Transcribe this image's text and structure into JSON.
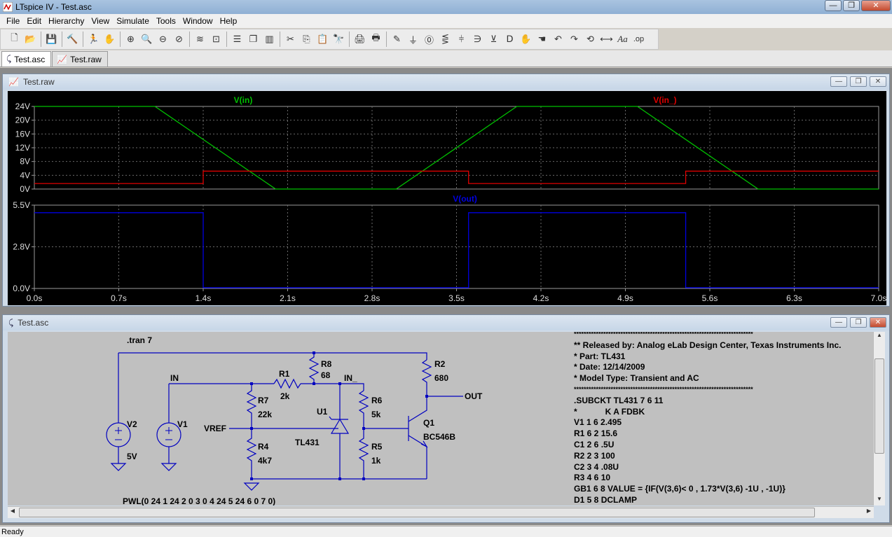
{
  "window": {
    "title": "LTspice IV - Test.asc",
    "min": "—",
    "max": "❐",
    "close": "✕"
  },
  "menu": [
    "File",
    "Edit",
    "Hierarchy",
    "View",
    "Simulate",
    "Tools",
    "Window",
    "Help"
  ],
  "toolbar": {
    "icons": [
      "new-schematic-icon",
      "open-icon",
      "save-icon",
      "control-panel-icon",
      "run-icon",
      "halt-icon",
      "zoom-in-icon",
      "pan-icon",
      "zoom-out-icon",
      "zoom-cancel-icon",
      "autorange-icon",
      "quick-view-icon",
      "tile-horizontal-icon",
      "cascade-icon",
      "tile-vertical-icon",
      "cut-icon",
      "copy-icon",
      "paste-icon",
      "find-icon",
      "print-preview-icon",
      "print-icon",
      "draw-wire-icon",
      "ground-icon",
      "label-net-icon",
      "resistor-icon",
      "capacitor-icon",
      "inductor-icon",
      "diode-icon",
      "component-icon",
      "move-icon",
      "drag-icon",
      "undo-icon",
      "redo-icon",
      "rotate-icon",
      "mirror-icon",
      "text-icon",
      "spice-directive-icon"
    ],
    "text_labels": {
      "text": "Aa",
      "directive": ".op"
    }
  },
  "tabs": [
    {
      "label": "Test.asc",
      "icon": "schematic-icon"
    },
    {
      "label": "Test.raw",
      "icon": "waveform-icon"
    }
  ],
  "plot_window": {
    "title": "Test.raw"
  },
  "schem_window": {
    "title": "Test.asc"
  },
  "chart_data": [
    {
      "type": "line",
      "ylim": [
        0,
        24
      ],
      "yticks": [
        "24V",
        "20V",
        "16V",
        "12V",
        "8V",
        "4V",
        "0V"
      ],
      "xlim": [
        0,
        7
      ],
      "series": [
        {
          "name": "V(in)",
          "color": "#00c000",
          "x": [
            0,
            1,
            2,
            3,
            4,
            5,
            6,
            7
          ],
          "y": [
            24,
            24,
            0,
            0,
            24,
            24,
            0,
            0
          ]
        },
        {
          "name": "V(in_)",
          "color": "#e00000",
          "x": [
            0,
            1.4,
            1.4,
            3.6,
            3.6,
            5.4,
            5.4,
            7
          ],
          "y": [
            1.6,
            1.6,
            5.2,
            5.2,
            1.6,
            1.6,
            5.2,
            5.2
          ]
        }
      ],
      "grid": true
    },
    {
      "type": "line",
      "ylim": [
        0,
        5.5
      ],
      "yticks": [
        "5.5V",
        "2.8V",
        "0.0V"
      ],
      "xlim": [
        0,
        7
      ],
      "xticks": [
        "0.0s",
        "0.7s",
        "1.4s",
        "2.1s",
        "2.8s",
        "3.5s",
        "4.2s",
        "4.9s",
        "5.6s",
        "6.3s",
        "7.0s"
      ],
      "series": [
        {
          "name": "V(out)",
          "color": "#0000e0",
          "x": [
            0,
            1.4,
            1.4,
            3.6,
            3.6,
            5.4,
            5.4,
            7
          ],
          "y": [
            5,
            5,
            0.05,
            0.05,
            5,
            5,
            0.05,
            0.05
          ]
        }
      ],
      "grid": true
    }
  ],
  "schematic": {
    "directive_tran": ".tran 7",
    "pwl": "PWL(0 24 1 24 2 0 3 0 4 24 5 24 6 0 7 0)",
    "labels": {
      "IN": "IN",
      "IN_": "IN_",
      "OUT": "OUT",
      "VREF": "VREF",
      "V2": "V2",
      "V2val": "5V",
      "V1": "V1",
      "R1": "R1",
      "R1val": "2k",
      "R8": "R8",
      "R8val": "68",
      "R7": "R7",
      "R7val": "22k",
      "R4": "R4",
      "R4val": "4k7",
      "U1": "U1",
      "U1val": "TL431",
      "R6": "R6",
      "R6val": "5k",
      "R5": "R5",
      "R5val": "1k",
      "R2": "R2",
      "R2val": "680",
      "Q1": "Q1",
      "Q1val": "BC546B"
    },
    "netlist": [
      "*************************************************************************",
      "** Released by: Analog eLab Design Center, Texas Instruments Inc.",
      "* Part: TL431",
      "* Date: 12/14/2009",
      "* Model Type: Transient and AC",
      "*************************************************************************",
      ".SUBCKT TL431 7 6 11",
      "*            K A FDBK",
      "V1 1 6 2.495",
      "R1 6 2 15.6",
      "C1 2 6 .5U",
      "R2 2 3 100",
      "C2 3 4 .08U",
      "R3 4 6 10",
      "GB1 6 8 VALUE = {IF(V(3,6)< 0 , 1.73*V(3,6) -1U , -1U)}",
      "D1 5 8 DCLAMP"
    ]
  },
  "status": "Ready"
}
